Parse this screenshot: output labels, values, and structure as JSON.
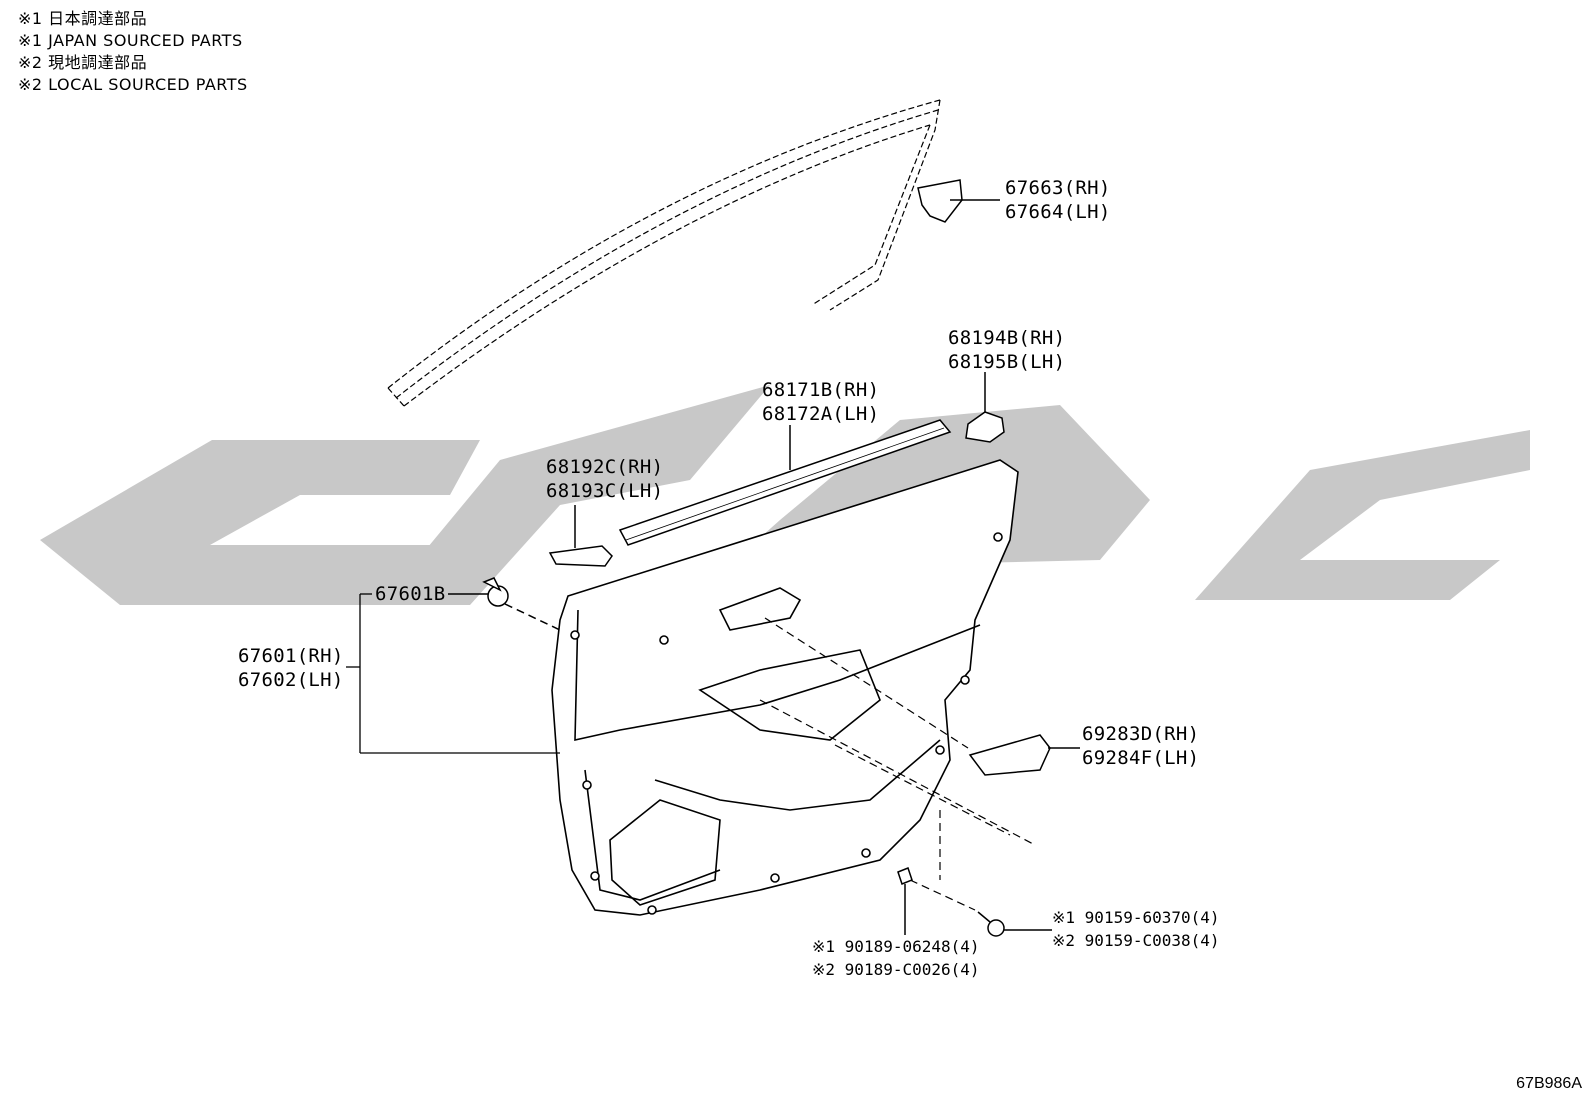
{
  "legend": [
    "※1 日本調達部品",
    "※1 JAPAN SOURCED PARTS",
    "※2 現地調達部品",
    "※2 LOCAL SOURCED PARTS"
  ],
  "parts": {
    "p67663": "67663(RH)",
    "p67664": "67664(LH)",
    "p68194b": "68194B(RH)",
    "p68195b": "68195B(LH)",
    "p68171b": "68171B(RH)",
    "p68172a": "68172A(LH)",
    "p68192c": "68192C(RH)",
    "p68193c": "68193C(LH)",
    "p67601b": "67601B",
    "p67601": "67601(RH)",
    "p67602": "67602(LH)",
    "p69283d": "69283D(RH)",
    "p69284f": "69284F(LH)",
    "p90159_1": "※1 90159-60370(4)",
    "p90159_2": "※2 90159-C0038(4)",
    "p90189_1": "※1 90189-06248(4)",
    "p90189_2": "※2 90189-C0026(4)"
  },
  "drawing_code": "67B986A"
}
